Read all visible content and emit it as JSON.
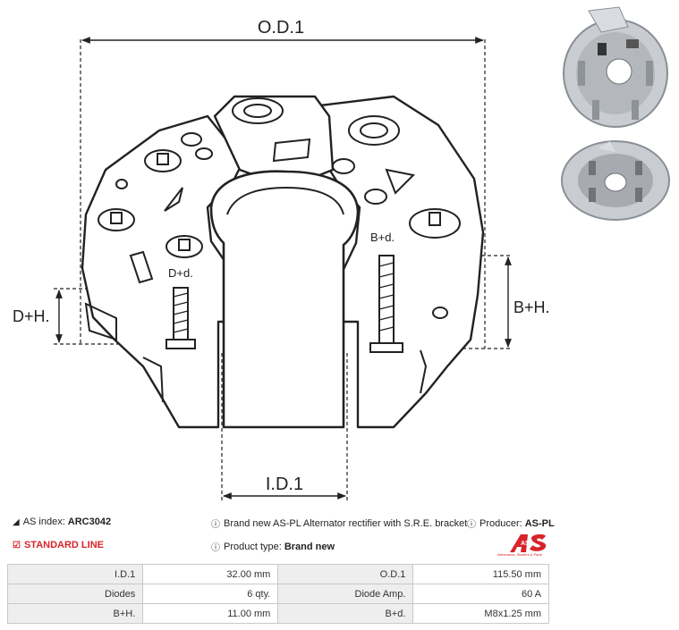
{
  "dimensions": {
    "od": "O.D.1",
    "id": "I.D.1",
    "dh": "D+H.",
    "bh": "B+H.",
    "bd": "B+d.",
    "dd": "D+d."
  },
  "photos": {
    "top_alt": "Alternator rectifier mounted in housing",
    "bottom_alt": "Alternator housing"
  },
  "info": {
    "as_index_label": "AS index:",
    "as_index_value": "ARC3042",
    "description": "Brand new AS-PL Alternator rectifier with S.R.E. bracket",
    "producer_label": "Producer:",
    "producer_value": "AS-PL",
    "standard_line": "STANDARD LINE",
    "product_type_label": "Product type:",
    "product_type_value": "Brand new",
    "logo_text": "AS",
    "logo_tagline": "Alternators, Starters & Parts"
  },
  "specs": [
    {
      "label1": "I.D.1",
      "value1": "32.00 mm",
      "label2": "O.D.1",
      "value2": "115.50 mm"
    },
    {
      "label1": "Diodes",
      "value1": "6 qty.",
      "label2": "Diode Amp.",
      "value2": "60 A"
    },
    {
      "label1": "B+H.",
      "value1": "11.00 mm",
      "label2": "B+d.",
      "value2": "M8x1.25 mm"
    }
  ],
  "colors": {
    "accent": "#d8232a",
    "label_bg": "#eeeeee",
    "border": "#c9c9c9"
  }
}
